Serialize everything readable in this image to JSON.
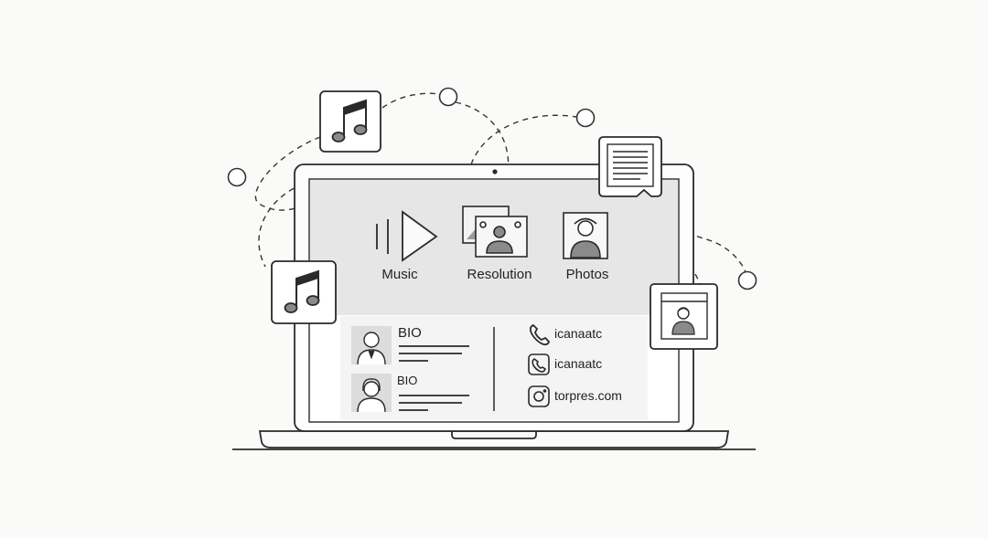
{
  "nav": {
    "items": [
      {
        "label": "Music",
        "icon": "play-icon"
      },
      {
        "label": "Resolution",
        "icon": "photo-gallery-icon"
      },
      {
        "label": "Photos",
        "icon": "person-photo-icon"
      }
    ]
  },
  "profiles": [
    {
      "title": "BIO",
      "icon": "person-suit-avatar-icon"
    },
    {
      "title": "BIO",
      "icon": "person-female-avatar-icon"
    }
  ],
  "contacts": [
    {
      "text": "icanaatc",
      "icon": "phone-icon"
    },
    {
      "text": "icanaatc",
      "icon": "phone-square-icon"
    },
    {
      "text": "torpres.com",
      "icon": "instagram-icon"
    }
  ],
  "floating_icons": [
    "music-note-icon",
    "music-note-icon",
    "chat-document-icon",
    "profile-window-icon"
  ],
  "colors": {
    "stroke": "#2a2a2a",
    "screen_top": "#e6e6e6",
    "card": "#f4f4f4",
    "avatar_bg": "#dcdcdc",
    "fill_gray": "#8a8a8a"
  }
}
